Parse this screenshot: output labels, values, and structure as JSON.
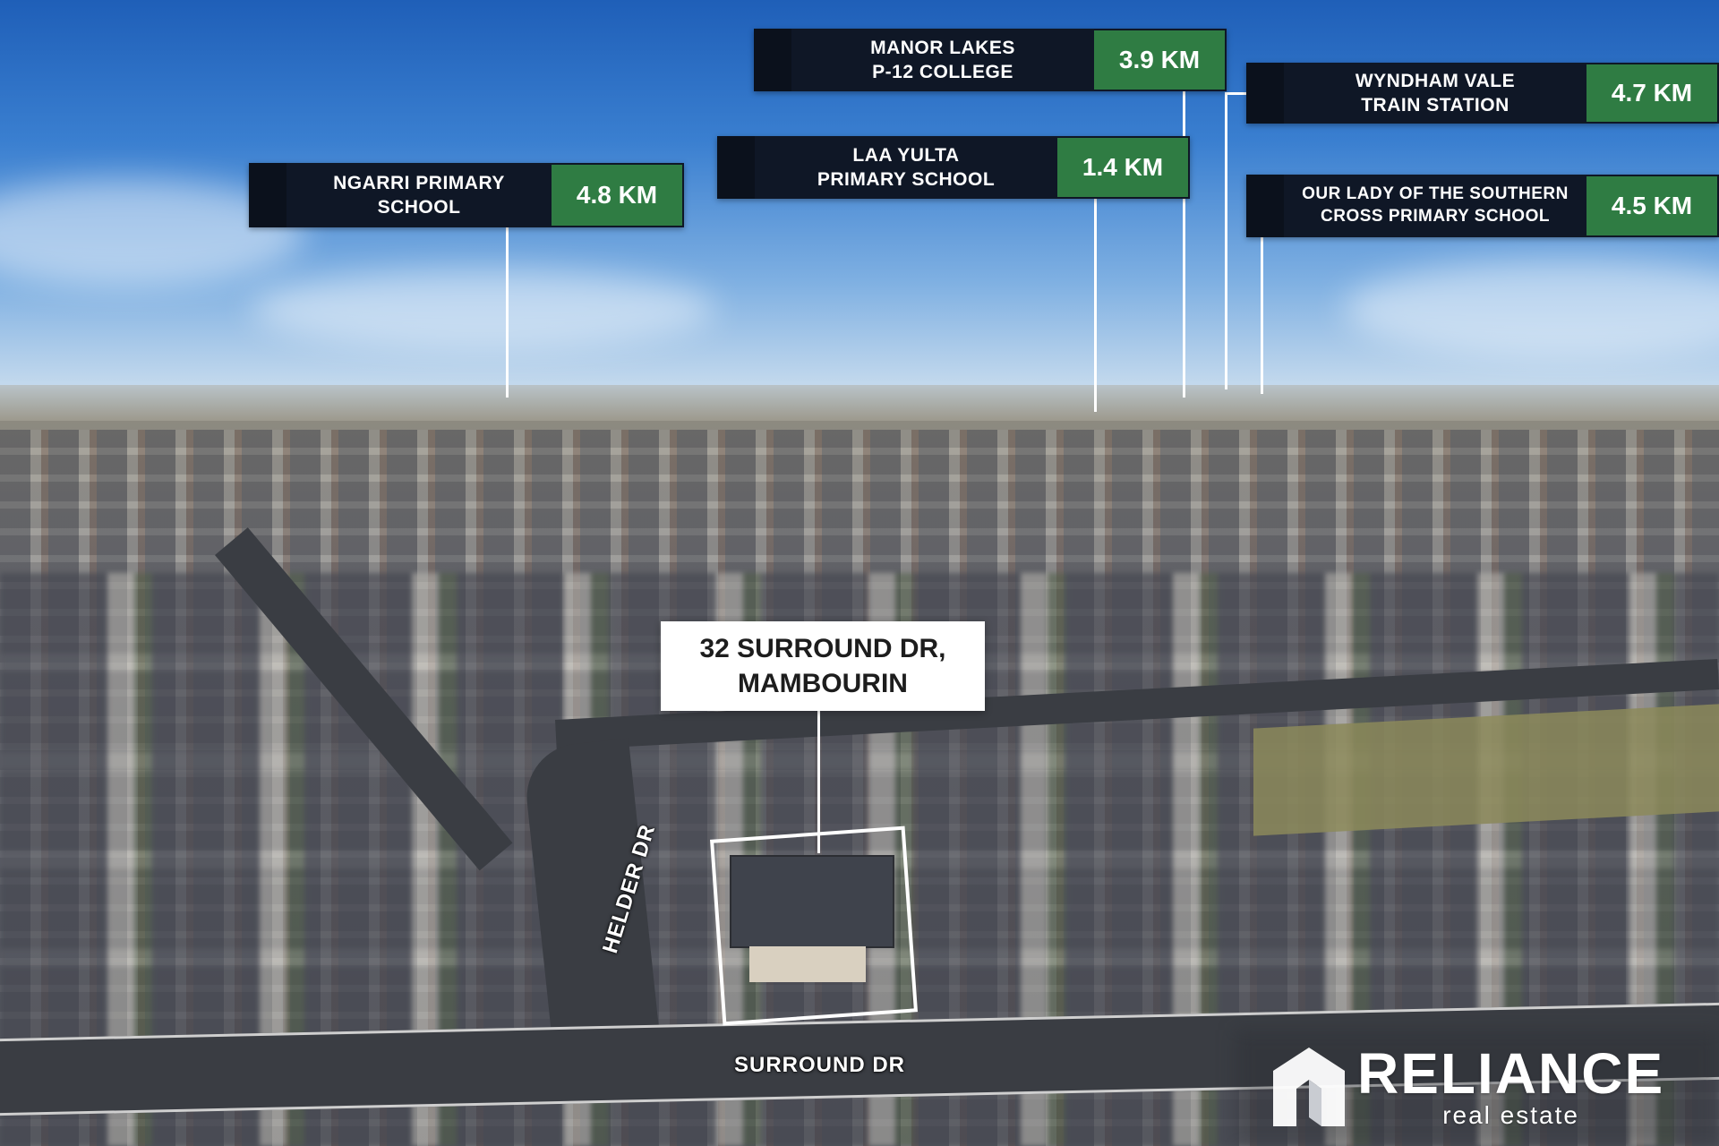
{
  "property": {
    "address_line1": "32 SURROUND DR,",
    "address_line2": "MAMBOURIN"
  },
  "roads": {
    "surround": "SURROUND DR",
    "helder": "HELDER DR"
  },
  "points_of_interest": [
    {
      "name": "NGARRI PRIMARY SCHOOL",
      "distance": "4.8 KM"
    },
    {
      "name_line1": "MANOR LAKES",
      "name_line2": "P-12 COLLEGE",
      "distance": "3.9 KM"
    },
    {
      "name_line1": "LAA YULTA",
      "name_line2": "PRIMARY SCHOOL",
      "distance": "1.4 KM"
    },
    {
      "name_line1": "WYNDHAM VALE",
      "name_line2": "TRAIN STATION",
      "distance": "4.7 KM"
    },
    {
      "name_line1": "OUR LADY OF THE SOUTHERN",
      "name_line2": "CROSS PRIMARY SCHOOL",
      "distance": "4.5 KM"
    }
  ],
  "brand": {
    "name": "RELIANCE",
    "tagline": "real estate"
  },
  "colors": {
    "label_dark": "#0f1726",
    "distance_green": "#2f7c43",
    "callout_white": "#ffffff"
  }
}
